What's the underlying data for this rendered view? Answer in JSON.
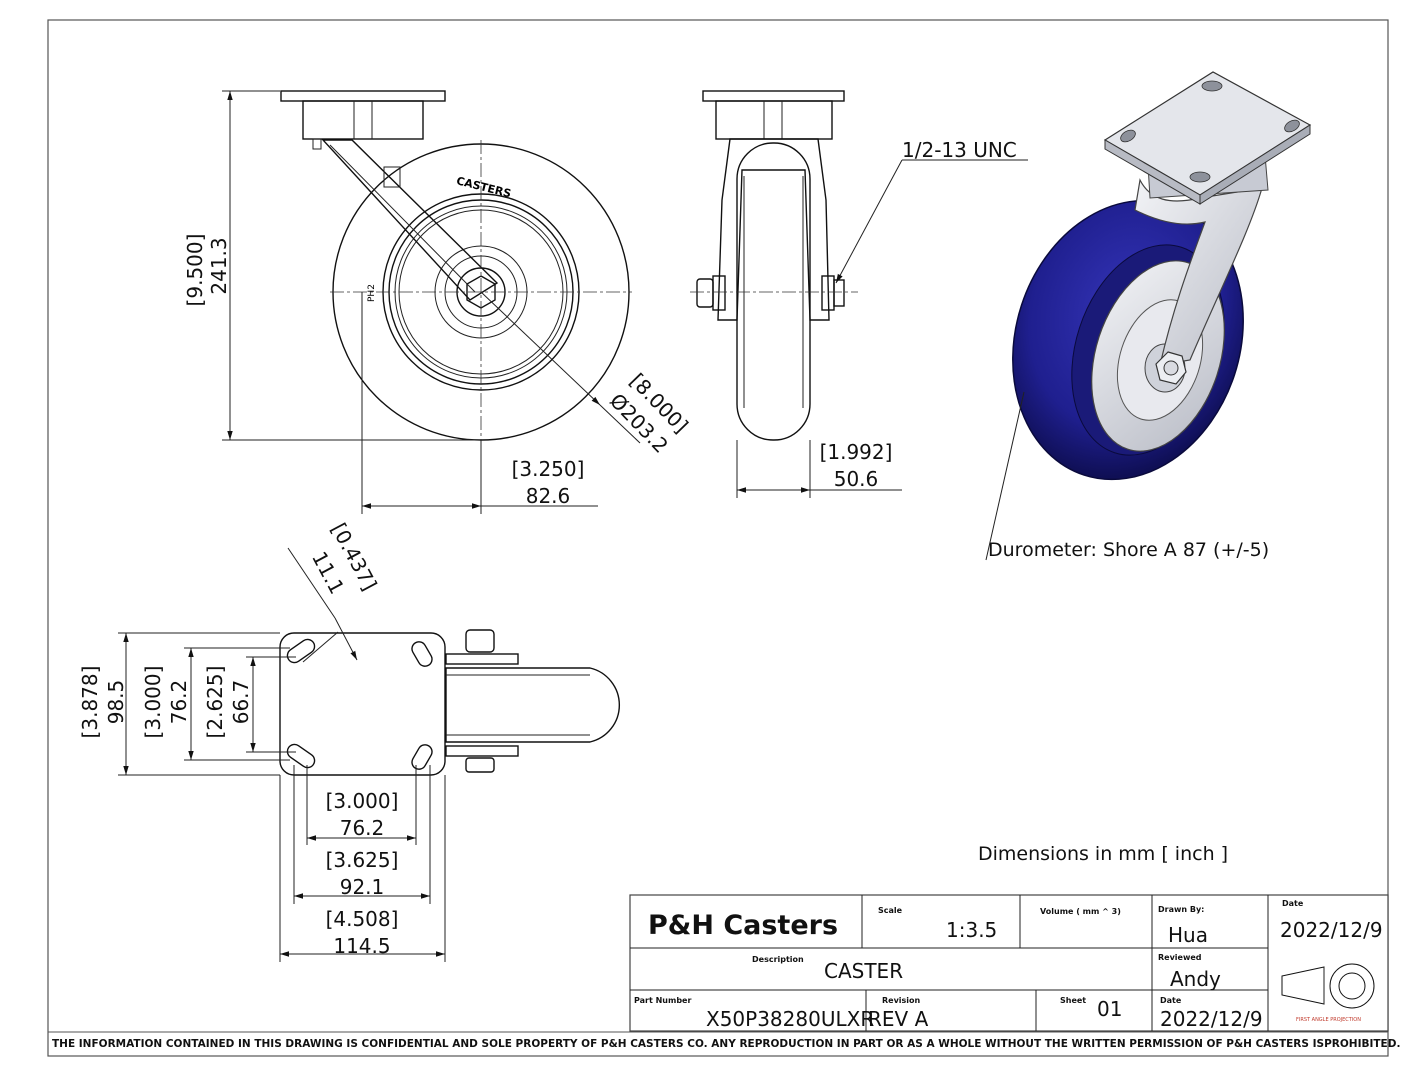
{
  "front_view": {
    "height_in": "[9.500]",
    "height_mm": "241.3",
    "offset_in": "[3.250]",
    "offset_mm": "82.6",
    "diameter_in": "[8.000]",
    "diameter_mm": "Ø203.2",
    "wheel_text": "CASTERS",
    "wheel_text_small": "PH2"
  },
  "side_view": {
    "thread_note": "1/2-13 UNC",
    "width_in": "[1.992]",
    "width_mm": "50.6"
  },
  "iso_view": {
    "durometer_note": "Durometer: Shore A 87 (+/-5)"
  },
  "top_view": {
    "slot_in": "[0.437]",
    "slot_mm": "11.1",
    "plate_h_in": "[3.878]",
    "plate_h_mm": "98.5",
    "hole_h_outer_in": "[3.000]",
    "hole_h_outer_mm": "76.2",
    "hole_h_inner_in": "[2.625]",
    "hole_h_inner_mm": "66.7",
    "hole_w_inner_in": "[3.000]",
    "hole_w_inner_mm": "76.2",
    "hole_w_outer_in": "[3.625]",
    "hole_w_outer_mm": "92.1",
    "plate_w_in": "[4.508]",
    "plate_w_mm": "114.5"
  },
  "units_note": "Dimensions in mm [ inch ]",
  "title_block": {
    "company": "P&H Casters",
    "scale_label": "Scale",
    "scale_value": "1:3.5",
    "volume_label": "Volume ( mm ^ 3)",
    "drawn_by_label": "Drawn By:",
    "drawn_by_value": "Hua",
    "date_label_1": "Date",
    "date_value_1": "2022/12/9",
    "description_label": "Description",
    "description_value": "CASTER",
    "reviewed_label": "Reviewed",
    "reviewed_value": "Andy",
    "part_number_label": "Part Number",
    "part_number_value": "X50P38280ULXR",
    "revision_label": "Revision",
    "revision_value": "REV A",
    "sheet_label": "Sheet",
    "sheet_value": "01",
    "date_label_2": "Date",
    "date_value_2": "2022/12/9",
    "projection_label": "FIRST ANGLE PROJECTION"
  },
  "confidential_notice": "THE INFORMATION CONTAINED IN THIS DRAWING IS CONFIDENTIAL AND SOLE PROPERTY OF P&H CASTERS CO.  ANY REPRODUCTION IN PART OR AS A WHOLE WITHOUT THE WRITTEN PERMISSION OF P&H CASTERS ISPROHIBITED.",
  "colors": {
    "wheel_tread": "#1f1f8f",
    "wheel_tread_dark": "#12125e",
    "hub": "#d8dbe2",
    "line": "#111111",
    "projection_symbol": "#c0392b"
  }
}
